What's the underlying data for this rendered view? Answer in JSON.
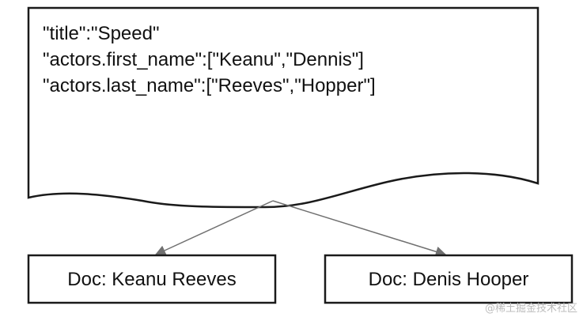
{
  "source_document": {
    "lines": [
      "\"title\":\"Speed\"",
      "\"actors.first_name\":[\"Keanu\",\"Dennis\"]",
      "\"actors.last_name\":[\"Reeves\",\"Hopper\"]"
    ]
  },
  "split_documents": [
    {
      "label": "Doc: Keanu Reeves"
    },
    {
      "label": "Doc: Denis Hooper"
    }
  ],
  "watermark": "@稀土掘金技术社区",
  "colors": {
    "stroke": "#1a1a1a",
    "arrow": "#707070",
    "text": "#111111",
    "watermark": "#bcbcbc"
  }
}
